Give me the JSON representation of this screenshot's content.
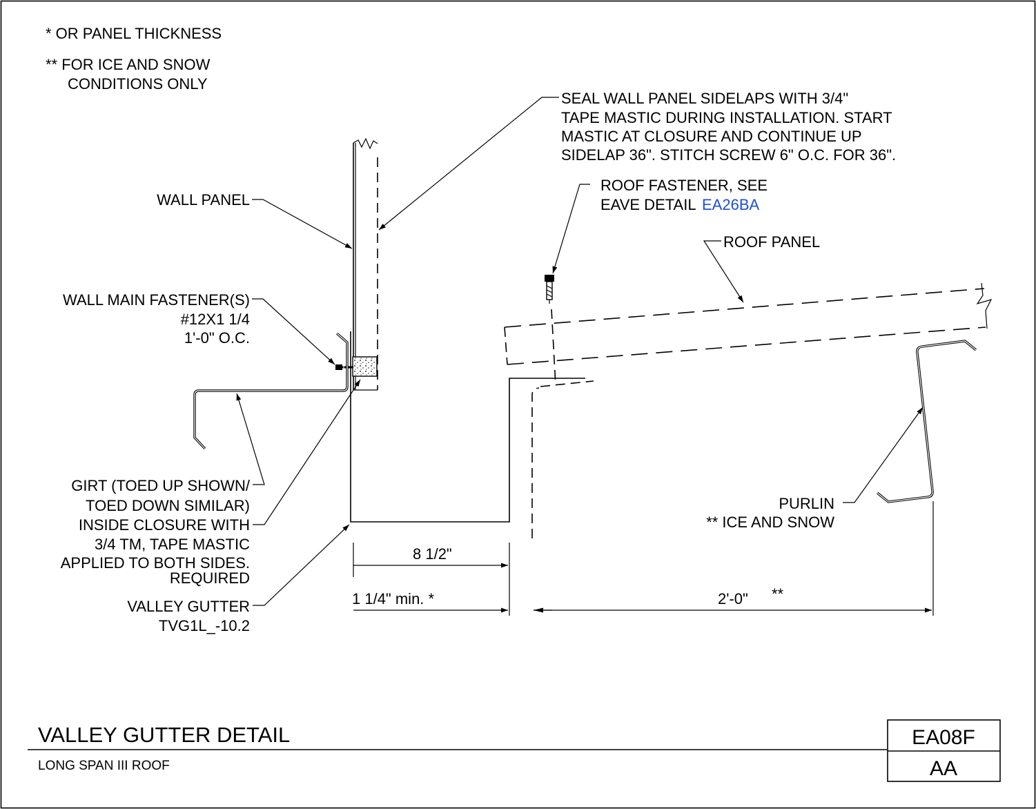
{
  "notes": {
    "note1": "* OR PANEL THICKNESS",
    "note2_line1": "** FOR ICE AND SNOW",
    "note2_line2": "CONDITIONS ONLY"
  },
  "callouts": {
    "seal_wall": [
      "SEAL WALL PANEL SIDELAPS WITH 3/4\"",
      "TAPE MASTIC DURING INSTALLATION. START",
      "MASTIC AT CLOSURE AND CONTINUE UP",
      "SIDELAP 36\". STITCH SCREW 6\" O.C. FOR 36\"."
    ],
    "roof_fastener_line1": "ROOF FASTENER, SEE",
    "roof_fastener_line2": "EAVE DETAIL",
    "roof_fastener_link": "EA26BA",
    "roof_panel": "ROOF PANEL",
    "wall_panel": "WALL PANEL",
    "wall_main_fastener": [
      "WALL MAIN FASTENER(S)",
      "#12X1 1/4",
      "1'-0\" O.C."
    ],
    "girt": [
      "GIRT (TOED UP SHOWN/",
      "TOED DOWN SIMILAR)"
    ],
    "inside_closure": [
      "INSIDE CLOSURE WITH",
      "3/4 TM, TAPE MASTIC",
      "APPLIED TO BOTH SIDES.",
      "REQUIRED"
    ],
    "valley_gutter": [
      "VALLEY GUTTER",
      "TVG1L_-10.2"
    ],
    "purlin": [
      "PURLIN",
      "** ICE AND SNOW"
    ]
  },
  "dimensions": {
    "gutter_width": "8 1/2\"",
    "min_gap": "1 1/4\" min. *",
    "purlin_spacing": "2'-0\"",
    "purlin_spacing_note": "**"
  },
  "title_block": {
    "title": "VALLEY GUTTER DETAIL",
    "subtitle": "LONG SPAN III ROOF",
    "detail_number": "EA08F",
    "revision": "AA"
  },
  "colors": {
    "line": "#000000",
    "link": "#1a4fd6",
    "background": "#ffffff"
  }
}
